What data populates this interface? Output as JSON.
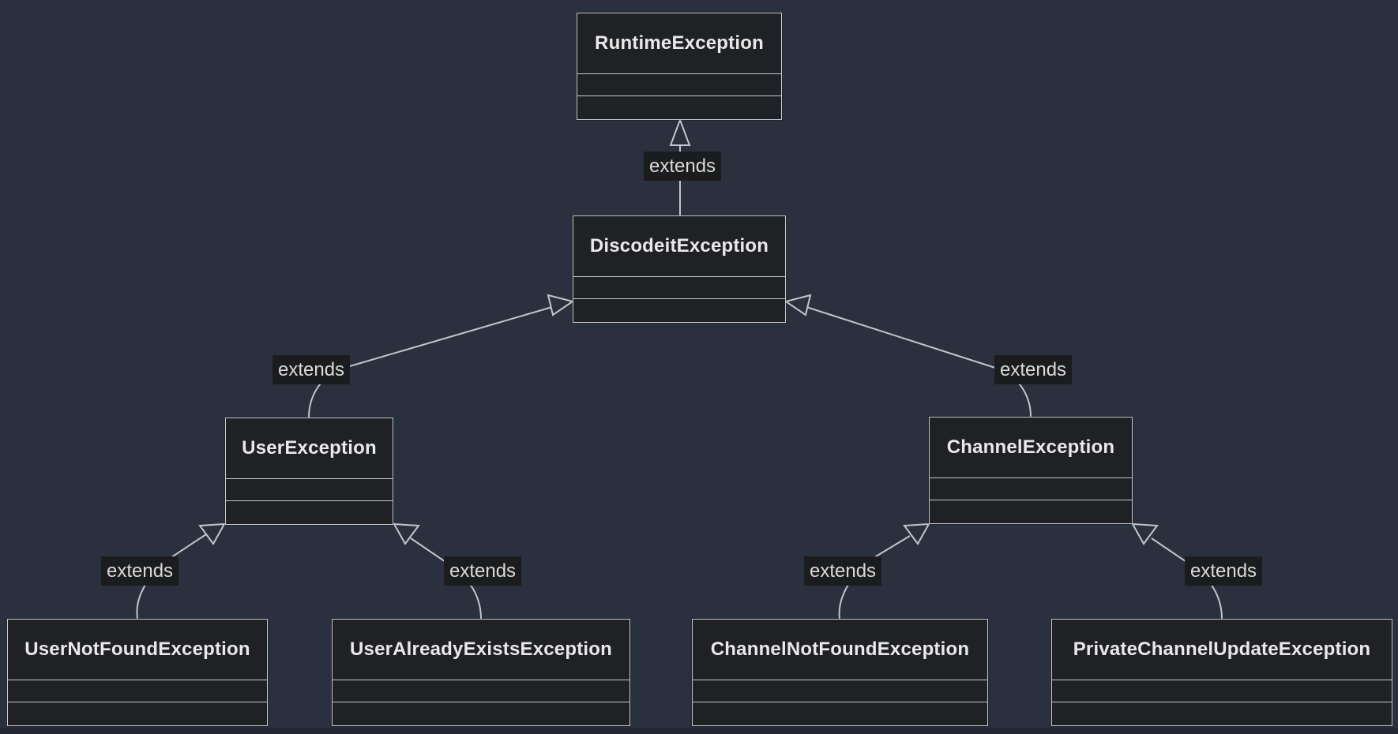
{
  "diagram": {
    "type": "uml-class-diagram",
    "theme": {
      "background": "#2a303d",
      "node_fill": "#1f2124",
      "node_border": "#c7cacd",
      "edge_color": "#c2c6ca",
      "title_text_color": "#e9e9e9",
      "edge_label_bg": "#1b1c1e",
      "edge_label_text_color": "#dadada"
    },
    "classes": [
      {
        "name": "RuntimeException"
      },
      {
        "name": "DiscodeitException"
      },
      {
        "name": "UserException"
      },
      {
        "name": "ChannelException"
      },
      {
        "name": "UserNotFoundException"
      },
      {
        "name": "UserAlreadyExistsException"
      },
      {
        "name": "ChannelNotFoundException"
      },
      {
        "name": "PrivateChannelUpdateException"
      }
    ],
    "edges": [
      {
        "from": "DiscodeitException",
        "to": "RuntimeException",
        "relation": "inheritance",
        "label": "extends"
      },
      {
        "from": "UserException",
        "to": "DiscodeitException",
        "relation": "inheritance",
        "label": "extends"
      },
      {
        "from": "ChannelException",
        "to": "DiscodeitException",
        "relation": "inheritance",
        "label": "extends"
      },
      {
        "from": "UserNotFoundException",
        "to": "UserException",
        "relation": "inheritance",
        "label": "extends"
      },
      {
        "from": "UserAlreadyExistsException",
        "to": "UserException",
        "relation": "inheritance",
        "label": "extends"
      },
      {
        "from": "ChannelNotFoundException",
        "to": "ChannelException",
        "relation": "inheritance",
        "label": "extends"
      },
      {
        "from": "PrivateChannelUpdateException",
        "to": "ChannelException",
        "relation": "inheritance",
        "label": "extends"
      }
    ]
  }
}
